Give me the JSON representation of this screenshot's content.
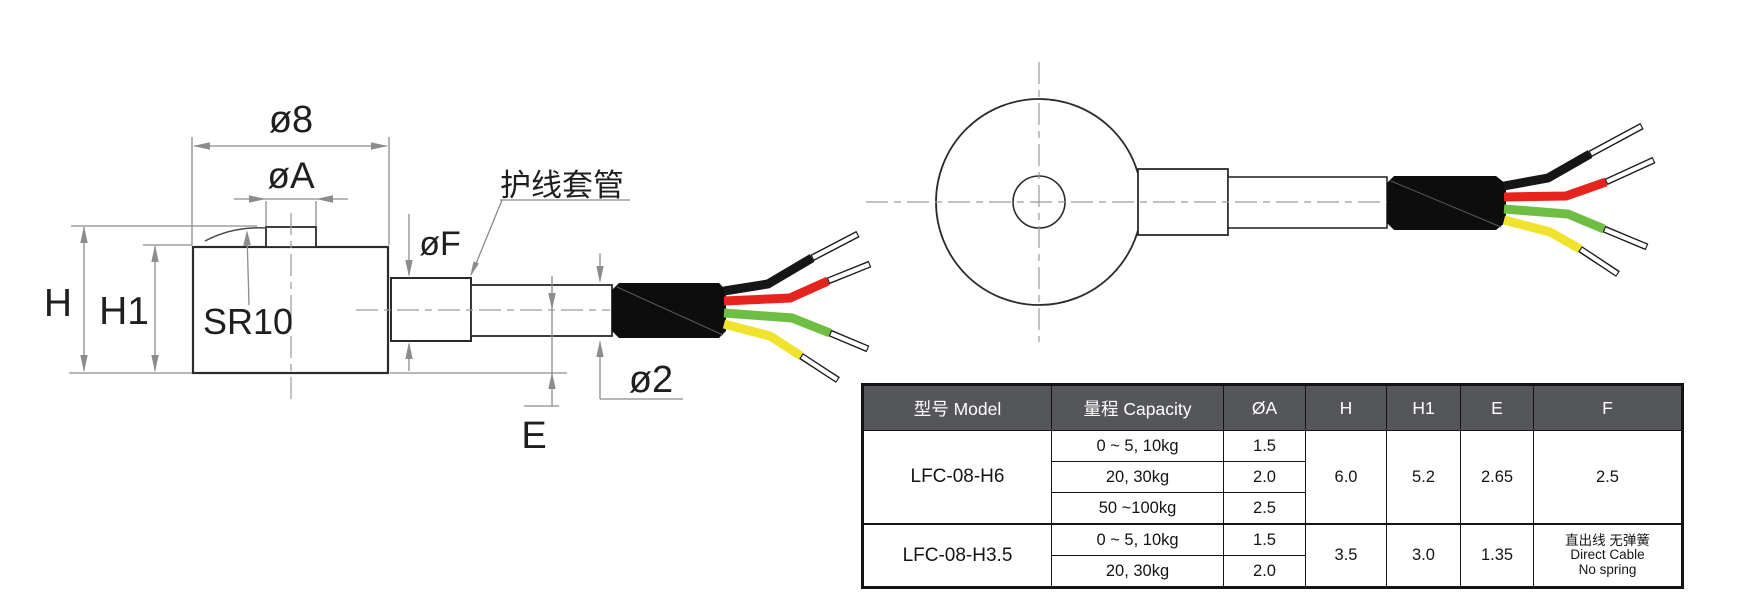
{
  "drawing": {
    "side_view": {
      "dim_labels": {
        "body_diameter": "ø8",
        "button_diameter": "øA",
        "height": "H",
        "body_height": "H1",
        "sphere_radius": "SR10",
        "sleeve_diameter": "øF",
        "cable_sleeve_note": "护线套管",
        "cable_diameter": "ø2",
        "cable_axis_height": "E"
      }
    },
    "wire_colors": {
      "wire_black": "#161616",
      "wire_red": "#e7231d",
      "wire_green": "#6fbe44",
      "wire_yellow": "#efe32d"
    },
    "sheath_color": "#0d0d0d",
    "object_line_color": "#2b2b2b",
    "dimension_color": "#8a8c8e"
  },
  "table": {
    "header_bg": "#54565a",
    "headers": [
      "型号 Model",
      "量程 Capacity",
      "ØA",
      "H",
      "H1",
      "E",
      "F"
    ],
    "rows": [
      {
        "model": "LFC-08-H6",
        "capacities": [
          {
            "capacity": "0 ~ 5, 10kg",
            "diaA": "1.5"
          },
          {
            "capacity": "20, 30kg",
            "diaA": "2.0"
          },
          {
            "capacity": "50 ~100kg",
            "diaA": "2.5"
          }
        ],
        "H": "6.0",
        "H1": "5.2",
        "E": "2.65",
        "F_lines": [
          "2.5"
        ]
      },
      {
        "model": "LFC-08-H3.5",
        "capacities": [
          {
            "capacity": "0 ~ 5, 10kg",
            "diaA": "1.5"
          },
          {
            "capacity": "20, 30kg",
            "diaA": "2.0"
          }
        ],
        "H": "3.5",
        "H1": "3.0",
        "E": "1.35",
        "F_lines": [
          "直出线 无弹簧",
          "Direct Cable",
          "No spring"
        ]
      }
    ]
  }
}
